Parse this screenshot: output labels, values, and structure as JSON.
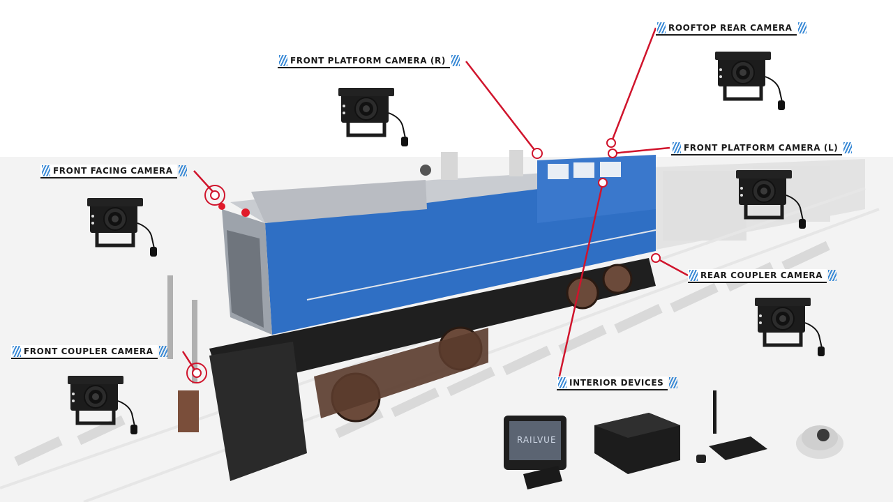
{
  "labels": {
    "front_facing": "FRONT FACING CAMERA",
    "front_platform_r": "FRONT PLATFORM CAMERA (R)",
    "rooftop_rear": "ROOFTOP REAR CAMERA",
    "front_platform_l": "FRONT PLATFORM CAMERA (L)",
    "rear_coupler": "REAR COUPLER CAMERA",
    "front_coupler": "FRONT COUPLER CAMERA",
    "interior_devices": "INTERIOR DEVICES"
  },
  "monitor_brand": "RAILVUE",
  "colors": {
    "leader_line": "#d0142c",
    "label_stripe": "#3a8ad6",
    "locomotive_body": "#2f6fc4",
    "locomotive_roof": "#c9ccd1"
  },
  "icons": [
    "backup-camera-icon",
    "monitor-icon",
    "dvr-icon",
    "wifi-module-icon",
    "dome-camera-icon"
  ]
}
